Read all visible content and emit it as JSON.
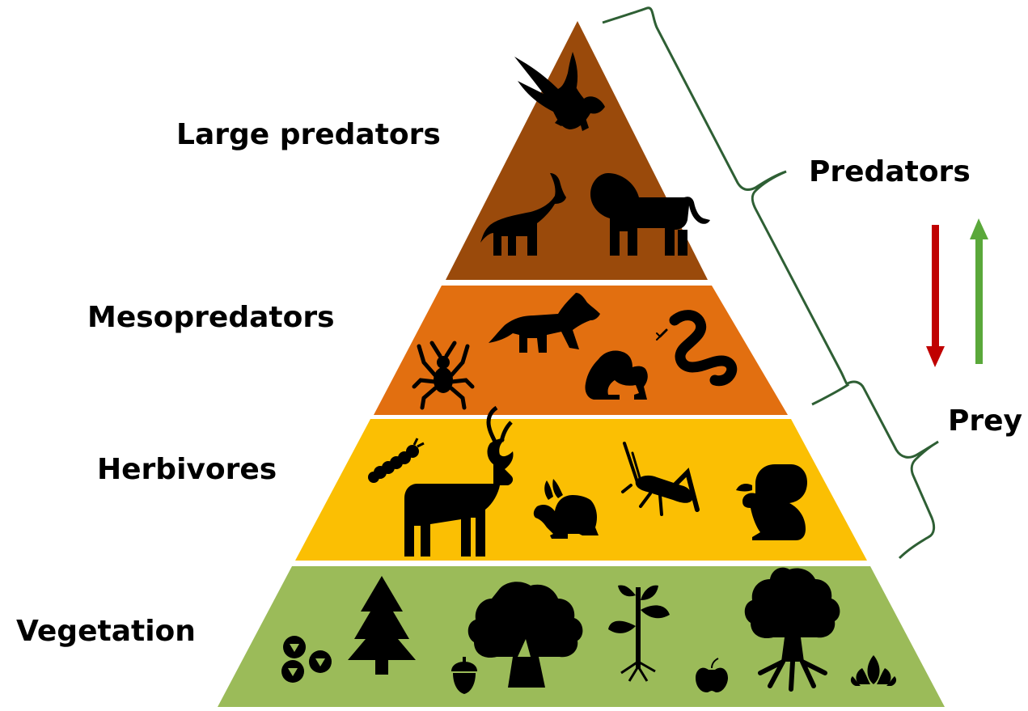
{
  "diagram": {
    "tiers": [
      {
        "label": "Large predators",
        "color": "#9a4a0b",
        "icons": [
          "eagle-icon",
          "wolf-icon",
          "lion-icon"
        ]
      },
      {
        "label": "Mesopredators",
        "color": "#e26f10",
        "icons": [
          "spider-icon",
          "fox-icon",
          "frog-icon",
          "snake-icon"
        ]
      },
      {
        "label": "Herbivores",
        "color": "#fbbf03",
        "icons": [
          "caterpillar-icon",
          "deer-icon",
          "rabbit-icon",
          "grasshopper-icon",
          "squirrel-icon"
        ]
      },
      {
        "label": "Vegetation",
        "color": "#9bbb59",
        "icons": [
          "berries-icon",
          "pine-tree-icon",
          "acorn-icon",
          "oak-tree-icon",
          "seedling-icon",
          "apple-icon",
          "rooted-tree-icon",
          "lotus-icon"
        ]
      }
    ],
    "brackets": [
      {
        "label": "Predators",
        "color": "#2e5f34"
      },
      {
        "label": "Prey",
        "color": "#2e5f34"
      }
    ],
    "arrows": [
      {
        "direction": "down",
        "color": "#c00000"
      },
      {
        "direction": "up",
        "color": "#5aa83a"
      }
    ]
  }
}
